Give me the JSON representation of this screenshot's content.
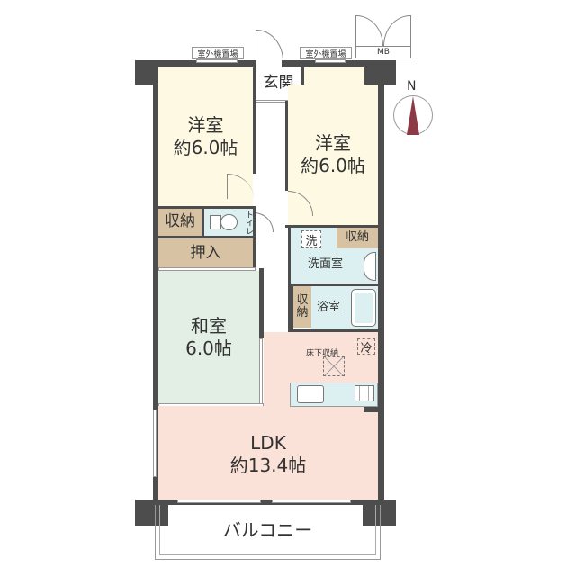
{
  "plan": {
    "outdoor_units": [
      {
        "label": "室外機置場"
      },
      {
        "label": "室外機置場"
      }
    ],
    "meter_box": {
      "label": "MB"
    },
    "compass": {
      "label": "N",
      "needle_color": "#8b3a46"
    },
    "rooms": {
      "entrance": {
        "name": "玄関"
      },
      "western_room_1": {
        "name": "洋室",
        "size": "約6.0帖"
      },
      "western_room_2": {
        "name": "洋室",
        "size": "約6.0帖"
      },
      "storage_1": {
        "name": "収納"
      },
      "toilet": {
        "name": "トイレ"
      },
      "oshiire": {
        "name": "押入"
      },
      "washroom": {
        "name": "洗面室",
        "washer_mark": "洗"
      },
      "storage_2": {
        "name": "収納"
      },
      "bathroom": {
        "name": "浴室"
      },
      "storage_3": {
        "name": "収納"
      },
      "japanese_room": {
        "name": "和室",
        "size": "6.0帖"
      },
      "underfloor_storage": {
        "name": "床下収納"
      },
      "fridge_mark": {
        "name": "冷"
      },
      "ldk": {
        "name": "LDK",
        "size": "約13.4帖"
      },
      "balcony": {
        "name": "バルコニー"
      }
    },
    "colors": {
      "wall": "#4d4d4d",
      "western_room": "#fdf9e3",
      "japanese_room": "#e3efe4",
      "ldk": "#fbe2d8",
      "wet_area": "#dcf0f1",
      "storage": "#d7c3a3"
    }
  }
}
